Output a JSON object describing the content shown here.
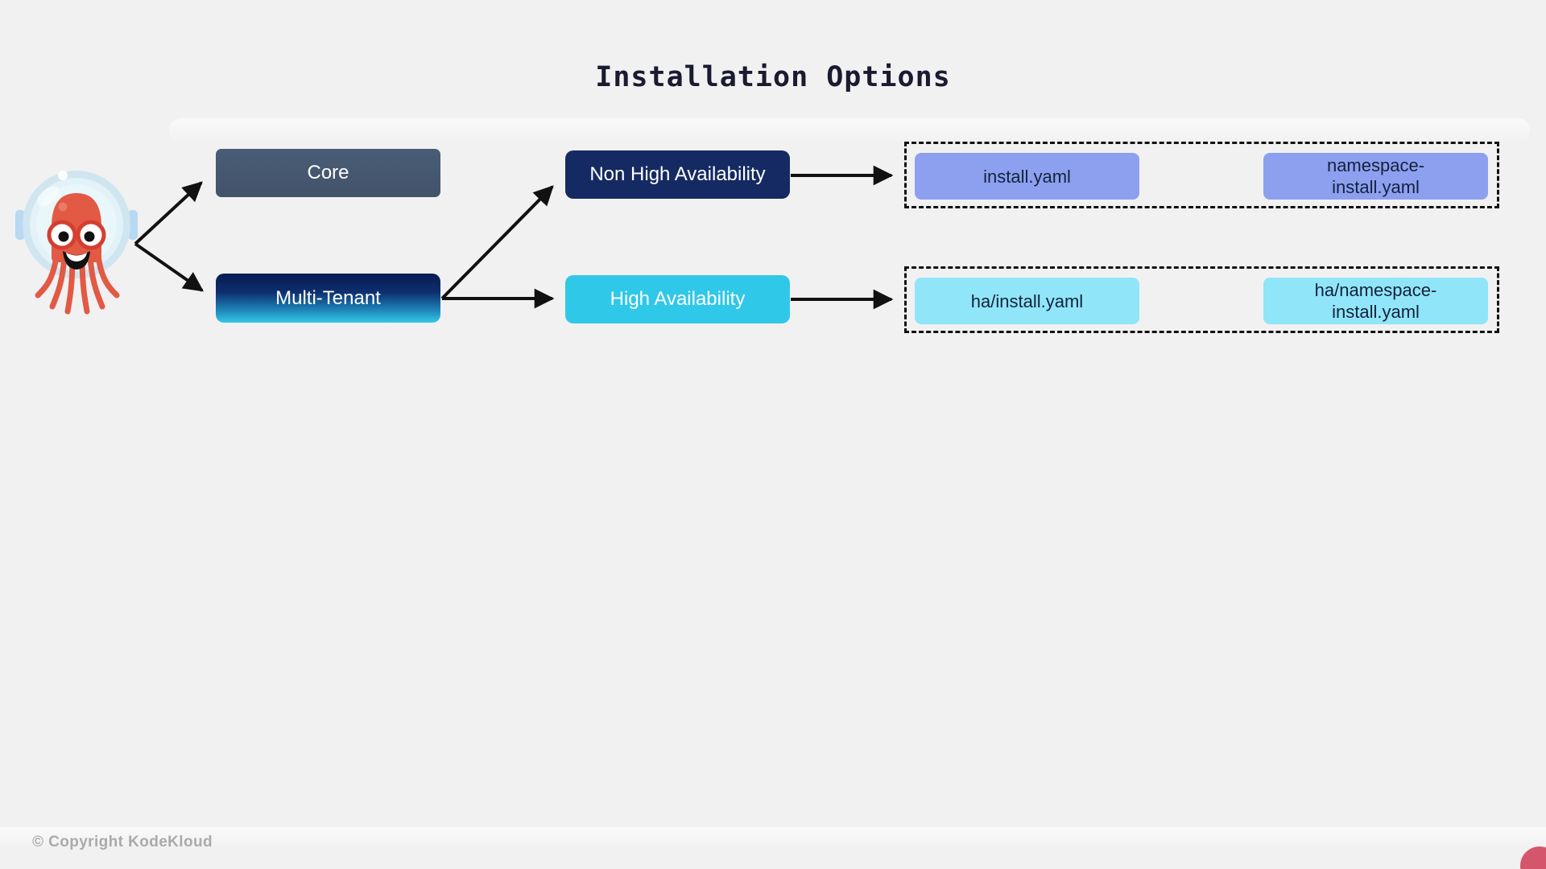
{
  "page": {
    "title": "Installation Options",
    "title_color": "#1a1a30",
    "background_color": "#f1f1f2",
    "copyright": "© Copyright KodeKloud"
  },
  "mascot": {
    "name": "argo-octopus-mascot",
    "body_color": "#e25944",
    "helmet_color": "#d2e8f2"
  },
  "nodes": {
    "core": {
      "label": "Core",
      "bg": "#44566e",
      "text_color": "#ffffff"
    },
    "multi_tenant": {
      "label": "Multi-Tenant",
      "bg_gradient_top": "#091b50",
      "bg_gradient_bottom": "#33c9e5",
      "text_color": "#ffffff"
    },
    "non_ha": {
      "label": "Non High Availability",
      "bg": "#152a63",
      "text_color": "#ffffff"
    },
    "ha": {
      "label": "High Availability",
      "bg": "#30c8e8",
      "text_color": "#ffffff"
    },
    "install_yaml": {
      "label": "install.yaml",
      "bg": "#8da0ef",
      "text_color": "#14213d"
    },
    "namespace_install_yaml": {
      "line1": "namespace-",
      "line2": "install.yaml",
      "bg": "#8da0ef",
      "text_color": "#14213d"
    },
    "ha_install_yaml": {
      "label": "ha/install.yaml",
      "bg": "#90e6f8",
      "text_color": "#14213d"
    },
    "ha_namespace_install_yaml": {
      "line1": "ha/namespace-",
      "line2": "install.yaml",
      "bg": "#90e6f8",
      "text_color": "#14213d"
    }
  },
  "edges": [
    {
      "from": "mascot",
      "to": "core"
    },
    {
      "from": "mascot",
      "to": "multi_tenant"
    },
    {
      "from": "multi_tenant",
      "to": "non_ha"
    },
    {
      "from": "multi_tenant",
      "to": "ha"
    },
    {
      "from": "non_ha",
      "to": "non_ha_manifests_group"
    },
    {
      "from": "ha",
      "to": "ha_manifests_group"
    }
  ],
  "decor": {
    "corner_dot_color": "#d5566c",
    "arrow_color": "#111111"
  }
}
